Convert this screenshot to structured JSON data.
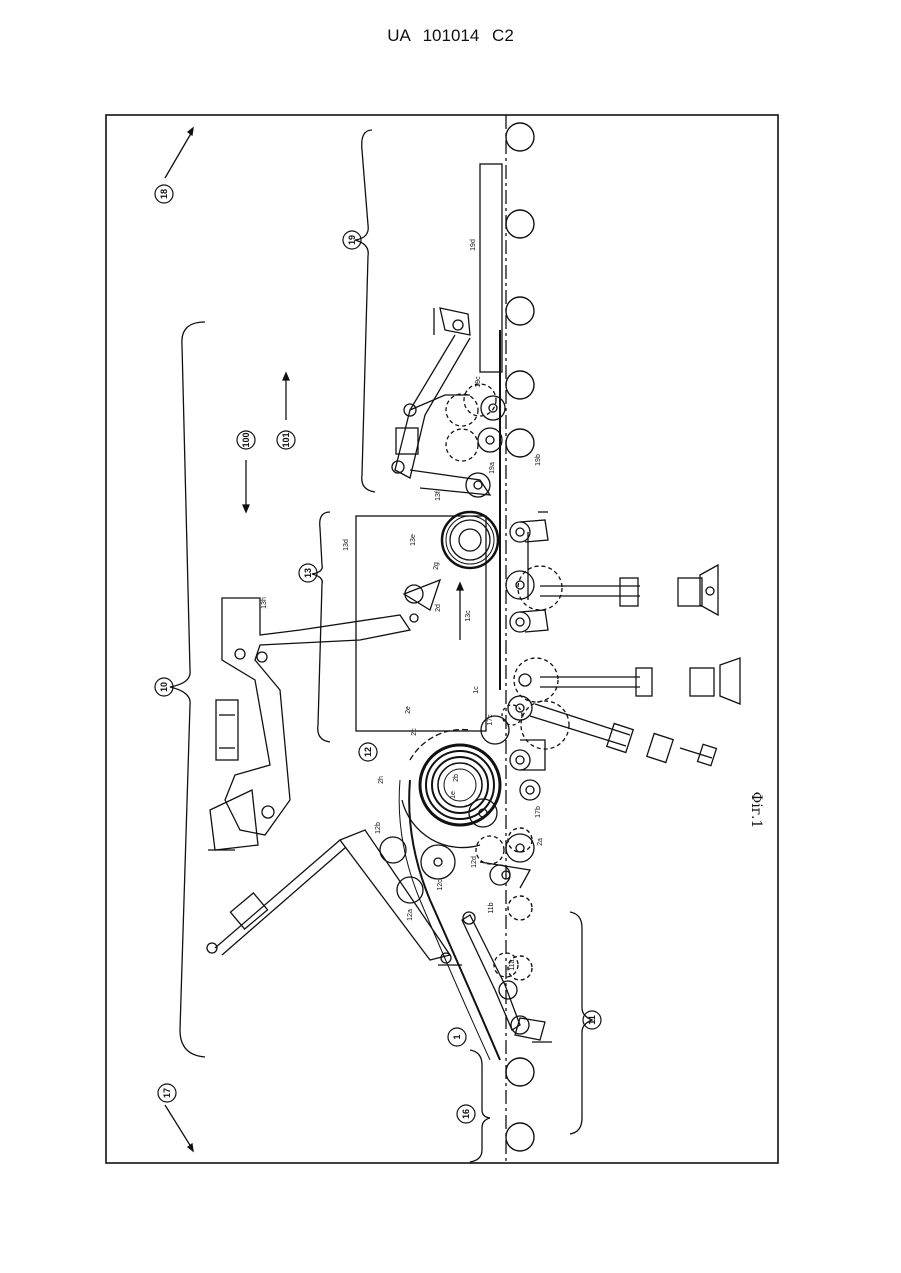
{
  "document": {
    "header": "UA 101014 C2",
    "figure_caption": "Фіг.1"
  },
  "circled_labels": {
    "l18": "18",
    "l19": "19",
    "l10": "10",
    "l13": "13",
    "l12": "12",
    "l17": "17",
    "l1": "1",
    "l16": "16",
    "l11": "11",
    "l100": "100",
    "l101": "101"
  },
  "part_labels": {
    "p19d": "19d",
    "p19c": "19c",
    "p19a": "19a",
    "p19b": "19b",
    "p13f": "13f",
    "p13d": "13d",
    "p13e": "13e",
    "p13h": "13h",
    "p13c": "13c",
    "p2d": "2d",
    "p2g": "2g",
    "p2c": "2c",
    "p2e": "2e",
    "p2h": "2h",
    "p2b": "2b",
    "p2a": "2a",
    "p1c": "1c",
    "p17c": "17c",
    "p17b": "17b",
    "p12b": "12b",
    "p12c": "12c",
    "p12d": "12d",
    "p12a": "12a",
    "p11b": "11b",
    "p11a": "11a",
    "p1e": "1e"
  }
}
